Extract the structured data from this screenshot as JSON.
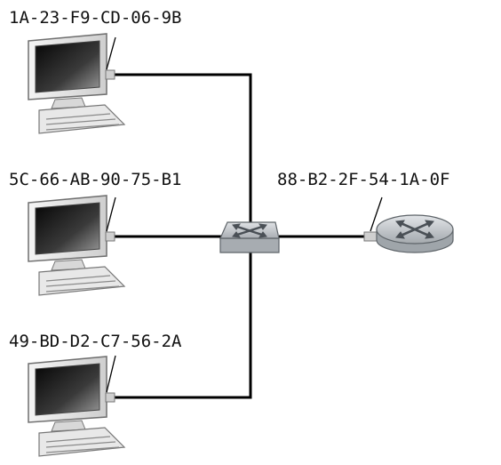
{
  "hosts": [
    {
      "mac": "1A-23-F9-CD-06-9B"
    },
    {
      "mac": "5C-66-AB-90-75-B1"
    },
    {
      "mac": "49-BD-D2-C7-56-2A"
    }
  ],
  "router": {
    "mac": "88-B2-2F-54-1A-0F"
  },
  "icons": {
    "host": "desktop-computer-icon",
    "switch": "switch-icon",
    "router": "router-icon"
  },
  "colors": {
    "wire": "#000000",
    "device_body": "#e6e6e6",
    "device_edge": "#7a7a7a",
    "screen_dark": "#1a1a1a",
    "switch_top": "#c8ccd0",
    "router_top": "#c2c7cc"
  }
}
